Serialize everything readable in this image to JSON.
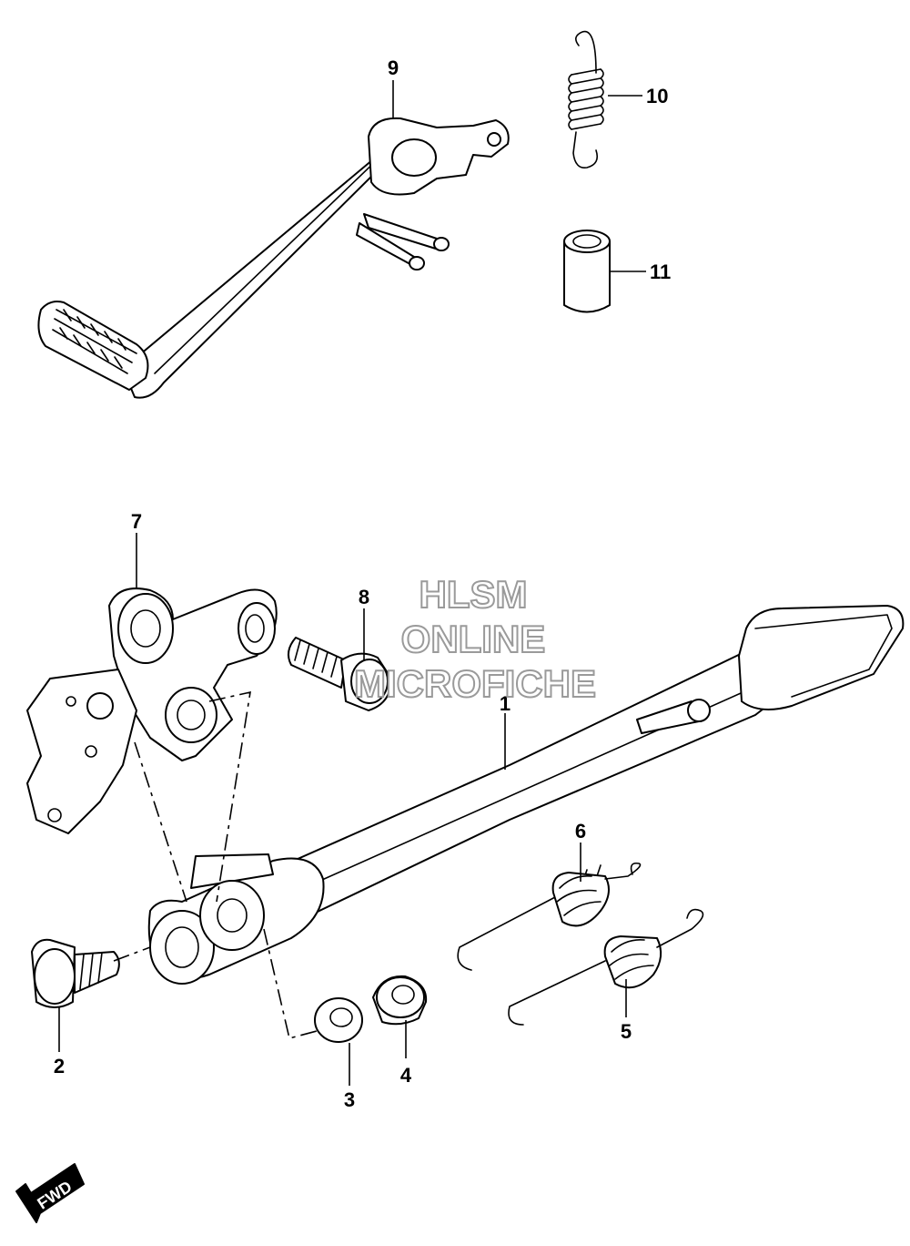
{
  "callouts": {
    "c1": "1",
    "c2": "2",
    "c3": "3",
    "c4": "4",
    "c5": "5",
    "c6": "6",
    "c7": "7",
    "c8": "8",
    "c9": "9",
    "c10": "10",
    "c11": "11"
  },
  "watermark": {
    "line1": "HLSM",
    "line2": "ONLINE",
    "line3": "MICROFICHE"
  },
  "fwd_badge": {
    "label": "FWD",
    "icon": "fwd-arrow-icon"
  },
  "colors": {
    "line": "#000000",
    "watermark_outline": "#9a9a9a",
    "background": "#ffffff"
  }
}
